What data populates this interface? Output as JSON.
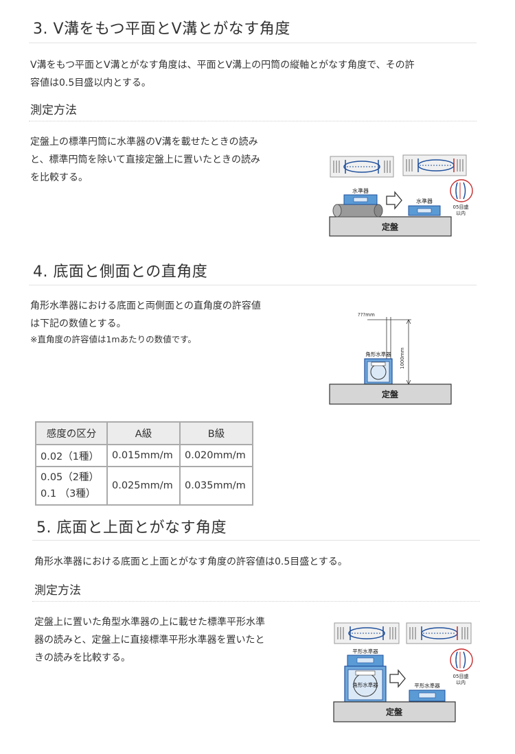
{
  "s3": {
    "heading": "3.  V溝をもつ平面とV溝とがなす角度",
    "desc_l1": "V溝をもつ平面とV溝とがなす角度は、平面とV溝上の円筒の縦軸とがなす角度で、その許",
    "desc_l2": "容値は0.5目盛以内とする。",
    "method": "測定方法",
    "proc_l1": "定盤上の標準円筒に水準器のV溝を載せたときの読み",
    "proc_l2": "と、標準円筒を除いて直接定盤上に置いたときの読み",
    "proc_l3": "を比較する。",
    "fig": {
      "level_a": "水準器",
      "level_b": "水準器",
      "plate": "定盤",
      "tol_l1": "05目盛",
      "tol_l2": "以内"
    }
  },
  "s4": {
    "heading": "4.  底面と側面との直角度",
    "desc_l1": "角形水準器における底面と両側面との直角度の許容値",
    "desc_l2": "は下記の数値とする。",
    "note": "※直角度の許容値は1mあたりの数値です。",
    "fig": {
      "gap": "???mm",
      "height": "1000mm",
      "level": "角形水準器",
      "plate": "定盤"
    },
    "table": {
      "headers": [
        "感度の区分",
        "A級",
        "B級"
      ],
      "row1": [
        "0.02（1種）",
        "0.015mm/m",
        "0.020mm/m"
      ],
      "row2_l1": "0.05（2種）",
      "row2_l2": "0.1 （3種）",
      "row2_a": "0.025mm/m",
      "row2_b": "0.035mm/m"
    }
  },
  "s5": {
    "heading": "5.  底面と上面とがなす角度",
    "desc": "角形水準器における底面と上面とがなす角度の許容値は0.5目盛とする。",
    "method": "測定方法",
    "proc_l1": "定盤上に置いた角型水準器の上に載せた標準平形水準",
    "proc_l2": "器の読みと、定盤上に直接標準平形水準器を置いたと",
    "proc_l3": "きの読みを比較する。",
    "fig": {
      "flat_level": "平形水準器",
      "square_level": "角形水準器",
      "flat_level_b": "平形水準器",
      "plate": "定盤",
      "tol_l1": "05目盛",
      "tol_l2": "以内"
    }
  }
}
